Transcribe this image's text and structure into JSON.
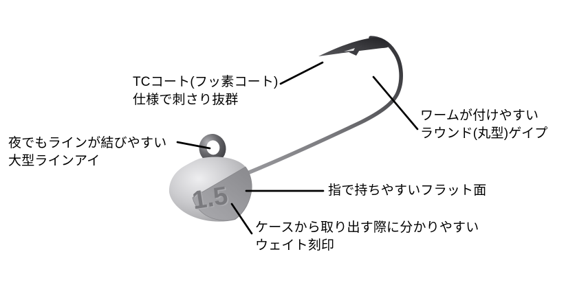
{
  "product": {
    "weight_marking": "1.5"
  },
  "annotations": [
    {
      "id": "tc-coat",
      "lines": [
        "TCコート(フッ素コート)",
        "仕様で刺さり抜群"
      ]
    },
    {
      "id": "line-eye",
      "lines": [
        "夜でもラインが結びやすい",
        "大型ラインアイ"
      ]
    },
    {
      "id": "round-gape",
      "lines": [
        "ワームが付けやすい",
        "ラウンド(丸型)ゲイプ"
      ]
    },
    {
      "id": "flat-face",
      "lines": [
        "指で持ちやすいフラット面"
      ]
    },
    {
      "id": "weight-stamp",
      "lines": [
        "ケースから取り出す際に分かりやすい",
        "ウェイト刻印"
      ]
    }
  ],
  "colors": {
    "background": "#ffffff",
    "text": "#000000",
    "leader_line": "#000000",
    "head_highlight": "#ebebed",
    "head_mid": "#c6c6c9",
    "head_shadow": "#939397",
    "flat_face": "#9b9b9f",
    "marking_fill": "#7a7a7e",
    "marking_bevel": "#aeaeb2",
    "wire_dark": "#323236",
    "wire_light": "#97979b",
    "ring_dark": "#3f3f43",
    "ring_light": "#aeaeb2"
  }
}
